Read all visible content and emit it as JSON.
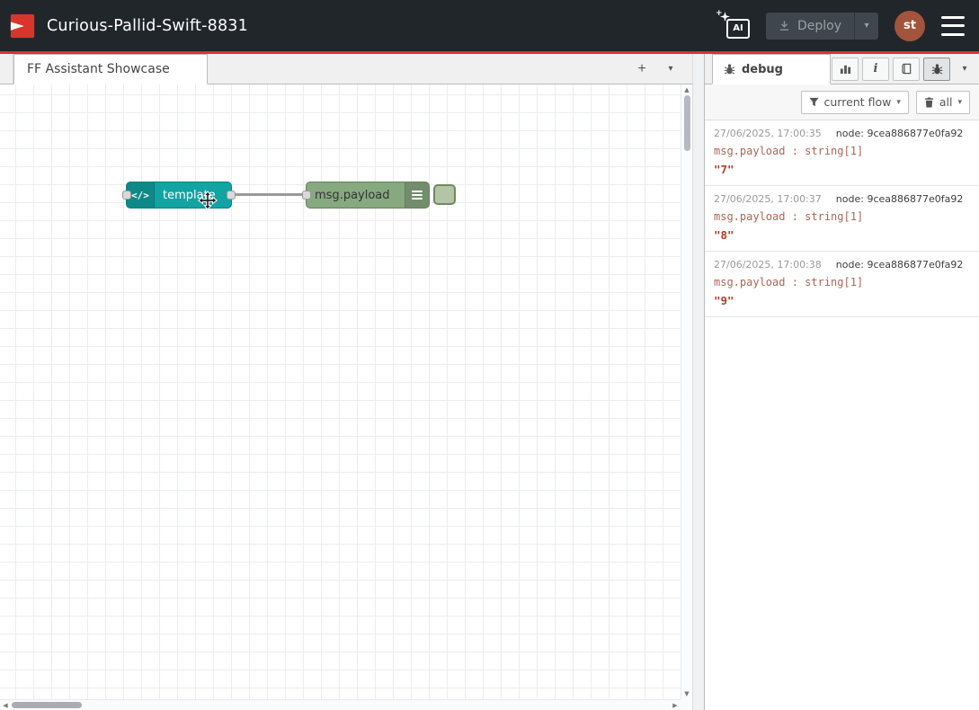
{
  "header": {
    "title": "Curious-Pallid-Swift-8831",
    "ai_label": "AI",
    "deploy_label": "Deploy",
    "avatar_initials": "st"
  },
  "icons": {
    "plus": "+",
    "chevron_down": "▾",
    "scroll_up": "▲",
    "scroll_down": "▼",
    "scroll_left": "◀",
    "scroll_right": "▶",
    "info": "i"
  },
  "workspace": {
    "tab_label": "FF Assistant Showcase"
  },
  "canvas": {
    "nodes": [
      {
        "type": "template",
        "label": "template",
        "icon_text": "</>",
        "color": "#12a3a3"
      },
      {
        "type": "debug",
        "label": "msg.payload",
        "color": "#87a980"
      }
    ],
    "wire": {
      "from": "template",
      "to": "msg.payload"
    }
  },
  "sidebar": {
    "debug_tab_label": "debug",
    "filter_label": "current flow",
    "clear_label": "all",
    "messages": [
      {
        "timestamp": "27/06/2025, 17:00:35",
        "node": "node: 9cea886877e0fa92",
        "topic": "msg.payload : string[1]",
        "value": "\"7\""
      },
      {
        "timestamp": "27/06/2025, 17:00:37",
        "node": "node: 9cea886877e0fa92",
        "topic": "msg.payload : string[1]",
        "value": "\"8\""
      },
      {
        "timestamp": "27/06/2025, 17:00:38",
        "node": "node: 9cea886877e0fa92",
        "topic": "msg.payload : string[1]",
        "value": "\"9\""
      }
    ]
  },
  "colors": {
    "brand_red": "#d8352c",
    "header_bg": "#21262b",
    "template_node": "#12a3a3",
    "debug_node": "#87a980",
    "wire": "#999999",
    "debug_topic": "#aa6655",
    "debug_string": "#b73a28"
  }
}
